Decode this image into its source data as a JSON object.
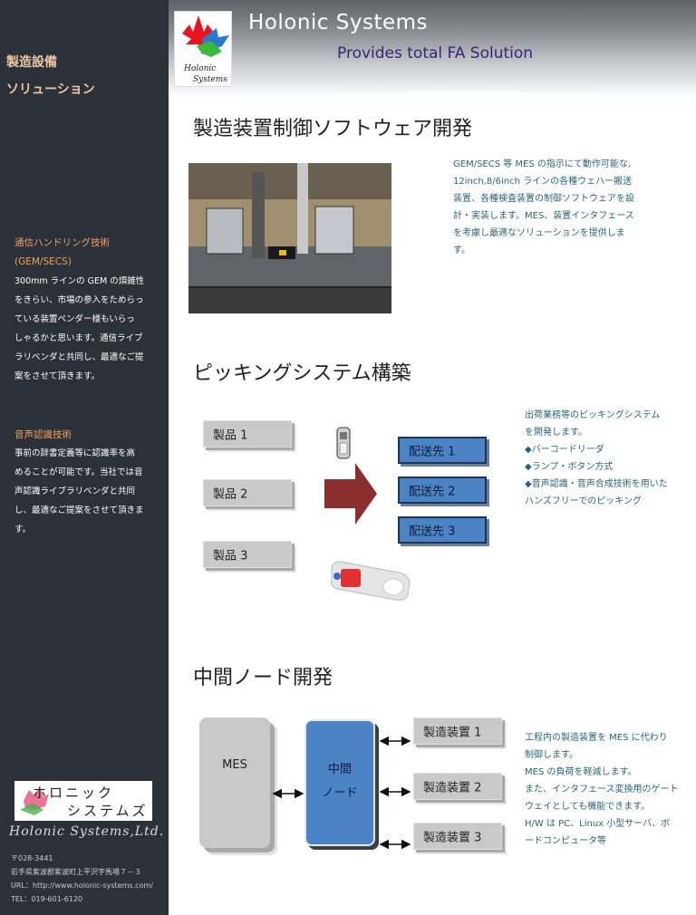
{
  "header": {
    "title": "Holonic Systems",
    "subtitle": "Provides total FA Solution",
    "logo_text": [
      "Holonic",
      "Systems"
    ]
  },
  "sidebar": {
    "title": [
      "製造設備",
      "ソリューション"
    ],
    "sections": [
      {
        "heading": [
          "通信ハンドリング技術",
          "(GEM/SECS)"
        ],
        "lines": [
          "300mm ラインの GEM の煩雑性",
          "をきらい、市場の参入をためらっ",
          "ている装置ベンダー様もいらっ",
          "しゃるかと思います。通信ライブ",
          "ラリベンダと共同し、最適なご提",
          "案をさせて頂きます。"
        ]
      },
      {
        "heading": [
          "音声認識技術"
        ],
        "lines": [
          "事前の辞書定義等に認識率を高",
          "めることが可能です。当社では音",
          "声認識ライブラリベンダと共同",
          "し、最適なご提案をさせて頂きま",
          "す。"
        ]
      }
    ],
    "logo_text": [
      "ホロニック",
      "システムズ"
    ],
    "company": "Holonic Systems,Ltd.",
    "address": [
      "〒028-3441",
      "岩手県紫波郡紫波町上平沢字馬場７－３",
      "URL：http://www.holonic-systems.com/",
      "TEL：019-601-6120"
    ]
  },
  "sections": [
    {
      "title": "製造装置制御ソフトウェア開発",
      "desc": [
        "GEM/SECS 等 MES の指示にて動作可能な,",
        "12inch,8/6inch ラインの各種ウェハー搬送",
        "装置、各種検査装置の制御ソフトウェアを設",
        "計・実装します。MES、装置インタフェース",
        "を考慮し最適なソリューションを提供しま",
        "す。"
      ]
    },
    {
      "title": "ピッキングシステム構築",
      "desc": [
        "出荷業務等のピッキングシステム",
        "を開発します。",
        "◆バーコードリーダ",
        "◆ランプ・ボタン方式",
        "◆音声認識・音声合成技術を用いた",
        "ハンズフリーでのピッキング"
      ],
      "products": [
        "製品 1",
        "製品 2",
        "製品 3"
      ],
      "destinations": [
        "配送先 1",
        "配送先 2",
        "配送先 3"
      ]
    },
    {
      "title": "中間ノード開発",
      "desc": [
        "工程内の製造装置を MES に代わり",
        "制御します。",
        "MES の負荷を軽減します。",
        "また、インタフェース変換用のゲート",
        "ウェイとしても機能できます。",
        "H/W は PC、Linux 小型サーバ、ボ",
        "ードコンピュータ等"
      ],
      "mes": "MES",
      "node": [
        "中間",
        "ノード"
      ],
      "devices": [
        "製造装置 1",
        "製造装置 2",
        "製造装置 3"
      ]
    }
  ],
  "colors": {
    "sidebar_bg": "#2b3138",
    "accent_orange": "#f0a060",
    "desc_text": "#2a6478",
    "box_blue": "#4c83c4",
    "arrow_red": "#8b2e2e",
    "header_sub": "#3a2474"
  }
}
